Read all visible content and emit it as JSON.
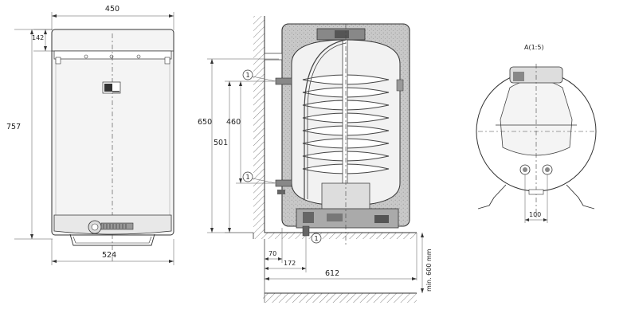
{
  "front_view": {
    "width_top": "450",
    "height_top_offset": "142",
    "total_height": "757",
    "bottom_width": "524"
  },
  "side_view": {
    "dim_650": "650",
    "dim_501": "501",
    "dim_460": "460",
    "dim_70": "70",
    "dim_172": "172",
    "dim_612": "612",
    "dim_min600": "min. 600 mm",
    "callout_1": "1",
    "callout_2": "1",
    "callout_3": "1"
  },
  "detail_view": {
    "title": "A(1:5)",
    "dim_100": "100"
  }
}
